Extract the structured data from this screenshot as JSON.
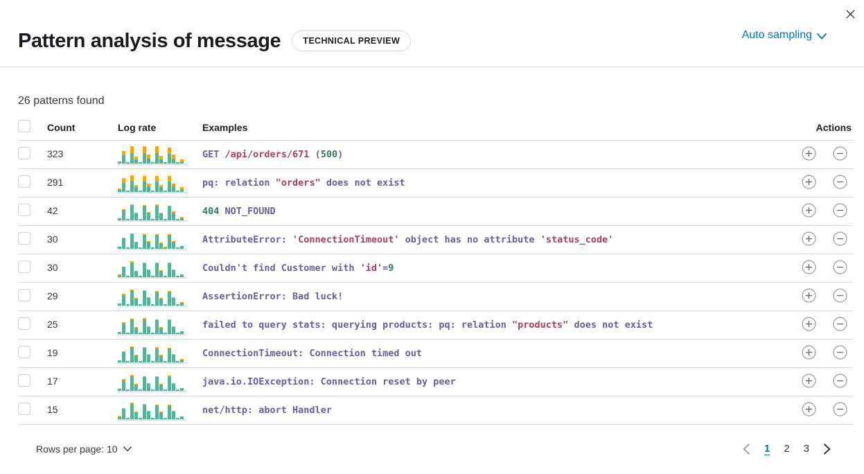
{
  "header": {
    "title": "Pattern analysis of message",
    "badge": "TECHNICAL PREVIEW",
    "sampling_label": "Auto sampling"
  },
  "summary": {
    "patterns_found": "26 patterns found"
  },
  "table": {
    "headers": {
      "count": "Count",
      "log_rate": "Log rate",
      "examples": "Examples",
      "actions": "Actions"
    },
    "rows": [
      {
        "count": "323",
        "spark": [
          [
            0.1,
            0
          ],
          [
            0.42,
            0.22
          ],
          [
            0.05,
            0
          ],
          [
            0.55,
            0.35
          ],
          [
            0.22,
            0.15
          ],
          [
            0.05,
            0
          ],
          [
            0.52,
            0.35
          ],
          [
            0.25,
            0.2
          ],
          [
            0.05,
            0
          ],
          [
            0.52,
            0.35
          ],
          [
            0.22,
            0.18
          ],
          [
            0.05,
            0
          ],
          [
            0.5,
            0.33
          ],
          [
            0.25,
            0.2
          ],
          [
            0.05,
            0
          ],
          [
            0.12,
            0.12
          ]
        ],
        "tokens": [
          {
            "t": "GET ",
            "c": "purple"
          },
          {
            "t": "/api/orders/671",
            "c": "crimson"
          },
          {
            "t": " (",
            "c": "purple"
          },
          {
            "t": "500",
            "c": "green"
          },
          {
            "t": ")",
            "c": "purple"
          }
        ]
      },
      {
        "count": "291",
        "spark": [
          [
            0.1,
            0.06
          ],
          [
            0.45,
            0.25
          ],
          [
            0.05,
            0
          ],
          [
            0.58,
            0.3
          ],
          [
            0.25,
            0.12
          ],
          [
            0.05,
            0
          ],
          [
            0.55,
            0.3
          ],
          [
            0.28,
            0.15
          ],
          [
            0.05,
            0
          ],
          [
            0.55,
            0.28
          ],
          [
            0.25,
            0.12
          ],
          [
            0.05,
            0
          ],
          [
            0.52,
            0.28
          ],
          [
            0.28,
            0.15
          ],
          [
            0.05,
            0
          ],
          [
            0.15,
            0.1
          ]
        ],
        "tokens": [
          {
            "t": "pq: relation ",
            "c": "purple"
          },
          {
            "t": "\"orders\"",
            "c": "crimson"
          },
          {
            "t": " does not exist",
            "c": "purple"
          }
        ]
      },
      {
        "count": "42",
        "spark": [
          [
            0.1,
            0
          ],
          [
            0.55,
            0.04
          ],
          [
            0.05,
            0
          ],
          [
            0.78,
            0.05
          ],
          [
            0.35,
            0.03
          ],
          [
            0.05,
            0
          ],
          [
            0.75,
            0.05
          ],
          [
            0.38,
            0.03
          ],
          [
            0.05,
            0
          ],
          [
            0.75,
            0.06
          ],
          [
            0.35,
            0.03
          ],
          [
            0.05,
            0
          ],
          [
            0.72,
            0.05
          ],
          [
            0.38,
            0.08
          ],
          [
            0.05,
            0
          ],
          [
            0.12,
            0.06
          ]
        ],
        "tokens": [
          {
            "t": "404",
            "c": "green"
          },
          {
            "t": " NOT_FOUND",
            "c": "purple"
          }
        ]
      },
      {
        "count": "30",
        "spark": [
          [
            0.1,
            0
          ],
          [
            0.52,
            0.05
          ],
          [
            0.05,
            0
          ],
          [
            0.75,
            0.05
          ],
          [
            0.32,
            0.04
          ],
          [
            0.05,
            0
          ],
          [
            0.72,
            0.05
          ],
          [
            0.35,
            0.03
          ],
          [
            0.05,
            0
          ],
          [
            0.72,
            0.05
          ],
          [
            0.3,
            0.04
          ],
          [
            0.05,
            0.02
          ],
          [
            0.7,
            0.05
          ],
          [
            0.35,
            0.05
          ],
          [
            0.05,
            0
          ],
          [
            0.14,
            0
          ]
        ],
        "tokens": [
          {
            "t": "AttributeError: ",
            "c": "purple"
          },
          {
            "t": "'ConnectionTimeout'",
            "c": "crimson"
          },
          {
            "t": " object has no attribute ",
            "c": "purple"
          },
          {
            "t": "'status_code'",
            "c": "crimson"
          }
        ]
      },
      {
        "count": "30",
        "spark": [
          [
            0.1,
            0.05
          ],
          [
            0.52,
            0
          ],
          [
            0.05,
            0
          ],
          [
            0.75,
            0.06
          ],
          [
            0.32,
            0
          ],
          [
            0.05,
            0
          ],
          [
            0.72,
            0.05
          ],
          [
            0.35,
            0.04
          ],
          [
            0.05,
            0
          ],
          [
            0.72,
            0.05
          ],
          [
            0.32,
            0.04
          ],
          [
            0.05,
            0
          ],
          [
            0.7,
            0.05
          ],
          [
            0.35,
            0.04
          ],
          [
            0.05,
            0
          ],
          [
            0.14,
            0
          ]
        ],
        "tokens": [
          {
            "t": "Couldn't find Customer with ",
            "c": "purple"
          },
          {
            "t": "'id'",
            "c": "crimson"
          },
          {
            "t": "=",
            "c": "purple"
          },
          {
            "t": "9",
            "c": "green"
          }
        ]
      },
      {
        "count": "29",
        "spark": [
          [
            0.1,
            0
          ],
          [
            0.55,
            0.06
          ],
          [
            0.05,
            0
          ],
          [
            0.78,
            0.04
          ],
          [
            0.35,
            0.05
          ],
          [
            0.05,
            0
          ],
          [
            0.75,
            0.05
          ],
          [
            0.38,
            0.04
          ],
          [
            0.05,
            0
          ],
          [
            0.72,
            0.05
          ],
          [
            0.35,
            0.04
          ],
          [
            0.05,
            0
          ],
          [
            0.7,
            0.05
          ],
          [
            0.38,
            0.04
          ],
          [
            0.05,
            0
          ],
          [
            0.14,
            0.05
          ]
        ],
        "tokens": [
          {
            "t": "AssertionError: Bad luck!",
            "c": "purple"
          }
        ]
      },
      {
        "count": "25",
        "spark": [
          [
            0.1,
            0
          ],
          [
            0.52,
            0.06
          ],
          [
            0.05,
            0
          ],
          [
            0.75,
            0.05
          ],
          [
            0.32,
            0.04
          ],
          [
            0.05,
            0
          ],
          [
            0.75,
            0.06
          ],
          [
            0.35,
            0.04
          ],
          [
            0.05,
            0
          ],
          [
            0.72,
            0.05
          ],
          [
            0.32,
            0.05
          ],
          [
            0.05,
            0
          ],
          [
            0.7,
            0.05
          ],
          [
            0.35,
            0.04
          ],
          [
            0.05,
            0
          ],
          [
            0.14,
            0
          ]
        ],
        "tokens": [
          {
            "t": "failed to query stats: querying products: pq: relation ",
            "c": "purple"
          },
          {
            "t": "\"products\"",
            "c": "crimson"
          },
          {
            "t": " does not exist",
            "c": "purple"
          }
        ]
      },
      {
        "count": "19",
        "spark": [
          [
            0.1,
            0
          ],
          [
            0.55,
            0.05
          ],
          [
            0.05,
            0
          ],
          [
            0.78,
            0.05
          ],
          [
            0.35,
            0.04
          ],
          [
            0.05,
            0
          ],
          [
            0.75,
            0.05
          ],
          [
            0.38,
            0.05
          ],
          [
            0.05,
            0
          ],
          [
            0.72,
            0.06
          ],
          [
            0.35,
            0.04
          ],
          [
            0.05,
            0
          ],
          [
            0.7,
            0.05
          ],
          [
            0.38,
            0.05
          ],
          [
            0.05,
            0
          ],
          [
            0.14,
            0.04
          ]
        ],
        "tokens": [
          {
            "t": "ConnectionTimeout: Connection timed out",
            "c": "purple"
          }
        ]
      },
      {
        "count": "17",
        "spark": [
          [
            0.1,
            0
          ],
          [
            0.52,
            0.06
          ],
          [
            0.05,
            0
          ],
          [
            0.75,
            0.06
          ],
          [
            0.32,
            0.04
          ],
          [
            0.05,
            0
          ],
          [
            0.72,
            0.05
          ],
          [
            0.35,
            0.04
          ],
          [
            0.05,
            0
          ],
          [
            0.72,
            0.05
          ],
          [
            0.32,
            0.05
          ],
          [
            0.05,
            0
          ],
          [
            0.7,
            0.06
          ],
          [
            0.35,
            0.05
          ],
          [
            0.05,
            0
          ],
          [
            0.14,
            0
          ]
        ],
        "tokens": [
          {
            "t": "java.io.IOException: Connection reset by peer",
            "c": "purple"
          }
        ]
      },
      {
        "count": "15",
        "spark": [
          [
            0.1,
            0.06
          ],
          [
            0.55,
            0.05
          ],
          [
            0.05,
            0
          ],
          [
            0.78,
            0.06
          ],
          [
            0.35,
            0.04
          ],
          [
            0.05,
            0
          ],
          [
            0.75,
            0.05
          ],
          [
            0.38,
            0.05
          ],
          [
            0.05,
            0
          ],
          [
            0.72,
            0.05
          ],
          [
            0.35,
            0.04
          ],
          [
            0.05,
            0
          ],
          [
            0.7,
            0.05
          ],
          [
            0.38,
            0.04
          ],
          [
            0.05,
            0
          ],
          [
            0.14,
            0
          ]
        ],
        "tokens": [
          {
            "t": "net/http: abort Handler",
            "c": "purple"
          }
        ]
      }
    ]
  },
  "footer": {
    "rows_per_page_label": "Rows per page: 10",
    "pagination": {
      "pages": [
        "1",
        "2",
        "3"
      ],
      "active": "1"
    }
  },
  "colors": {
    "accent_blue": "#0071c2",
    "bar_teal": "#54b399",
    "bar_orange": "#fba700",
    "token_purple": "#6d5a9e",
    "token_crimson": "#aa3e5d",
    "token_green": "#32795f",
    "border": "#d3dae6"
  }
}
